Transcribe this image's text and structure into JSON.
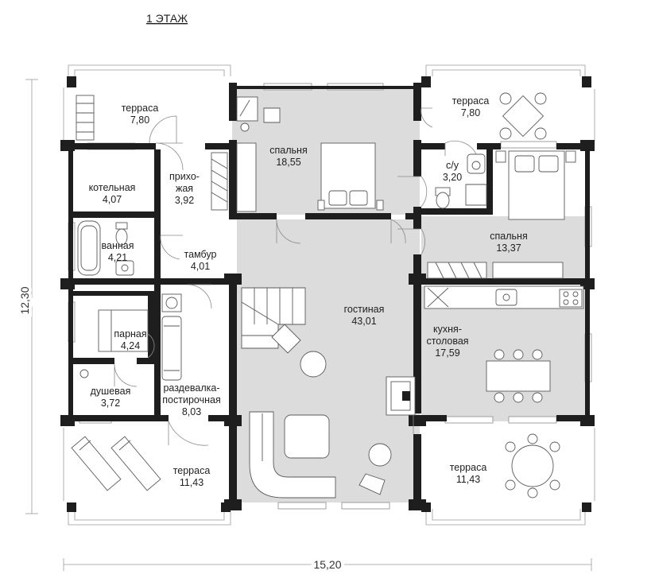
{
  "plan": {
    "floor_title": "1 ЭТАЖ",
    "width_dim": "15,20",
    "height_dim": "12,30",
    "colors": {
      "wall": "#1e1e1e",
      "highlight": "#dcdcdc",
      "line": "#5a5a5a",
      "background": "#ffffff"
    },
    "rooms": [
      {
        "id": "terrace-nw",
        "name": "терраса",
        "area": "7,80"
      },
      {
        "id": "terrace-ne",
        "name": "терраса",
        "area": "7,80"
      },
      {
        "id": "bedroom-1",
        "name": "спальня",
        "area": "18,55"
      },
      {
        "id": "boiler",
        "name": "котельная",
        "area": "4,07"
      },
      {
        "id": "hall",
        "name": "прихо-\nжая",
        "area": "3,92"
      },
      {
        "id": "wc",
        "name": "с/у",
        "area": "3,20"
      },
      {
        "id": "bedroom-2",
        "name": "спальня",
        "area": "13,37"
      },
      {
        "id": "bath",
        "name": "ванная",
        "area": "4,21"
      },
      {
        "id": "vestibule",
        "name": "тамбур",
        "area": "4,01"
      },
      {
        "id": "living",
        "name": "гостиная",
        "area": "43,01"
      },
      {
        "id": "kitchen",
        "name": "кухня-\nстоловая",
        "area": "17,59"
      },
      {
        "id": "steam",
        "name": "парная",
        "area": "4,24"
      },
      {
        "id": "shower",
        "name": "душевая",
        "area": "3,72"
      },
      {
        "id": "dressing",
        "name": "раздевалка-\nпостирочная",
        "area": "8,03"
      },
      {
        "id": "terrace-sw",
        "name": "терраса",
        "area": "11,43"
      },
      {
        "id": "terrace-se",
        "name": "терраса",
        "area": "11,43"
      }
    ]
  }
}
